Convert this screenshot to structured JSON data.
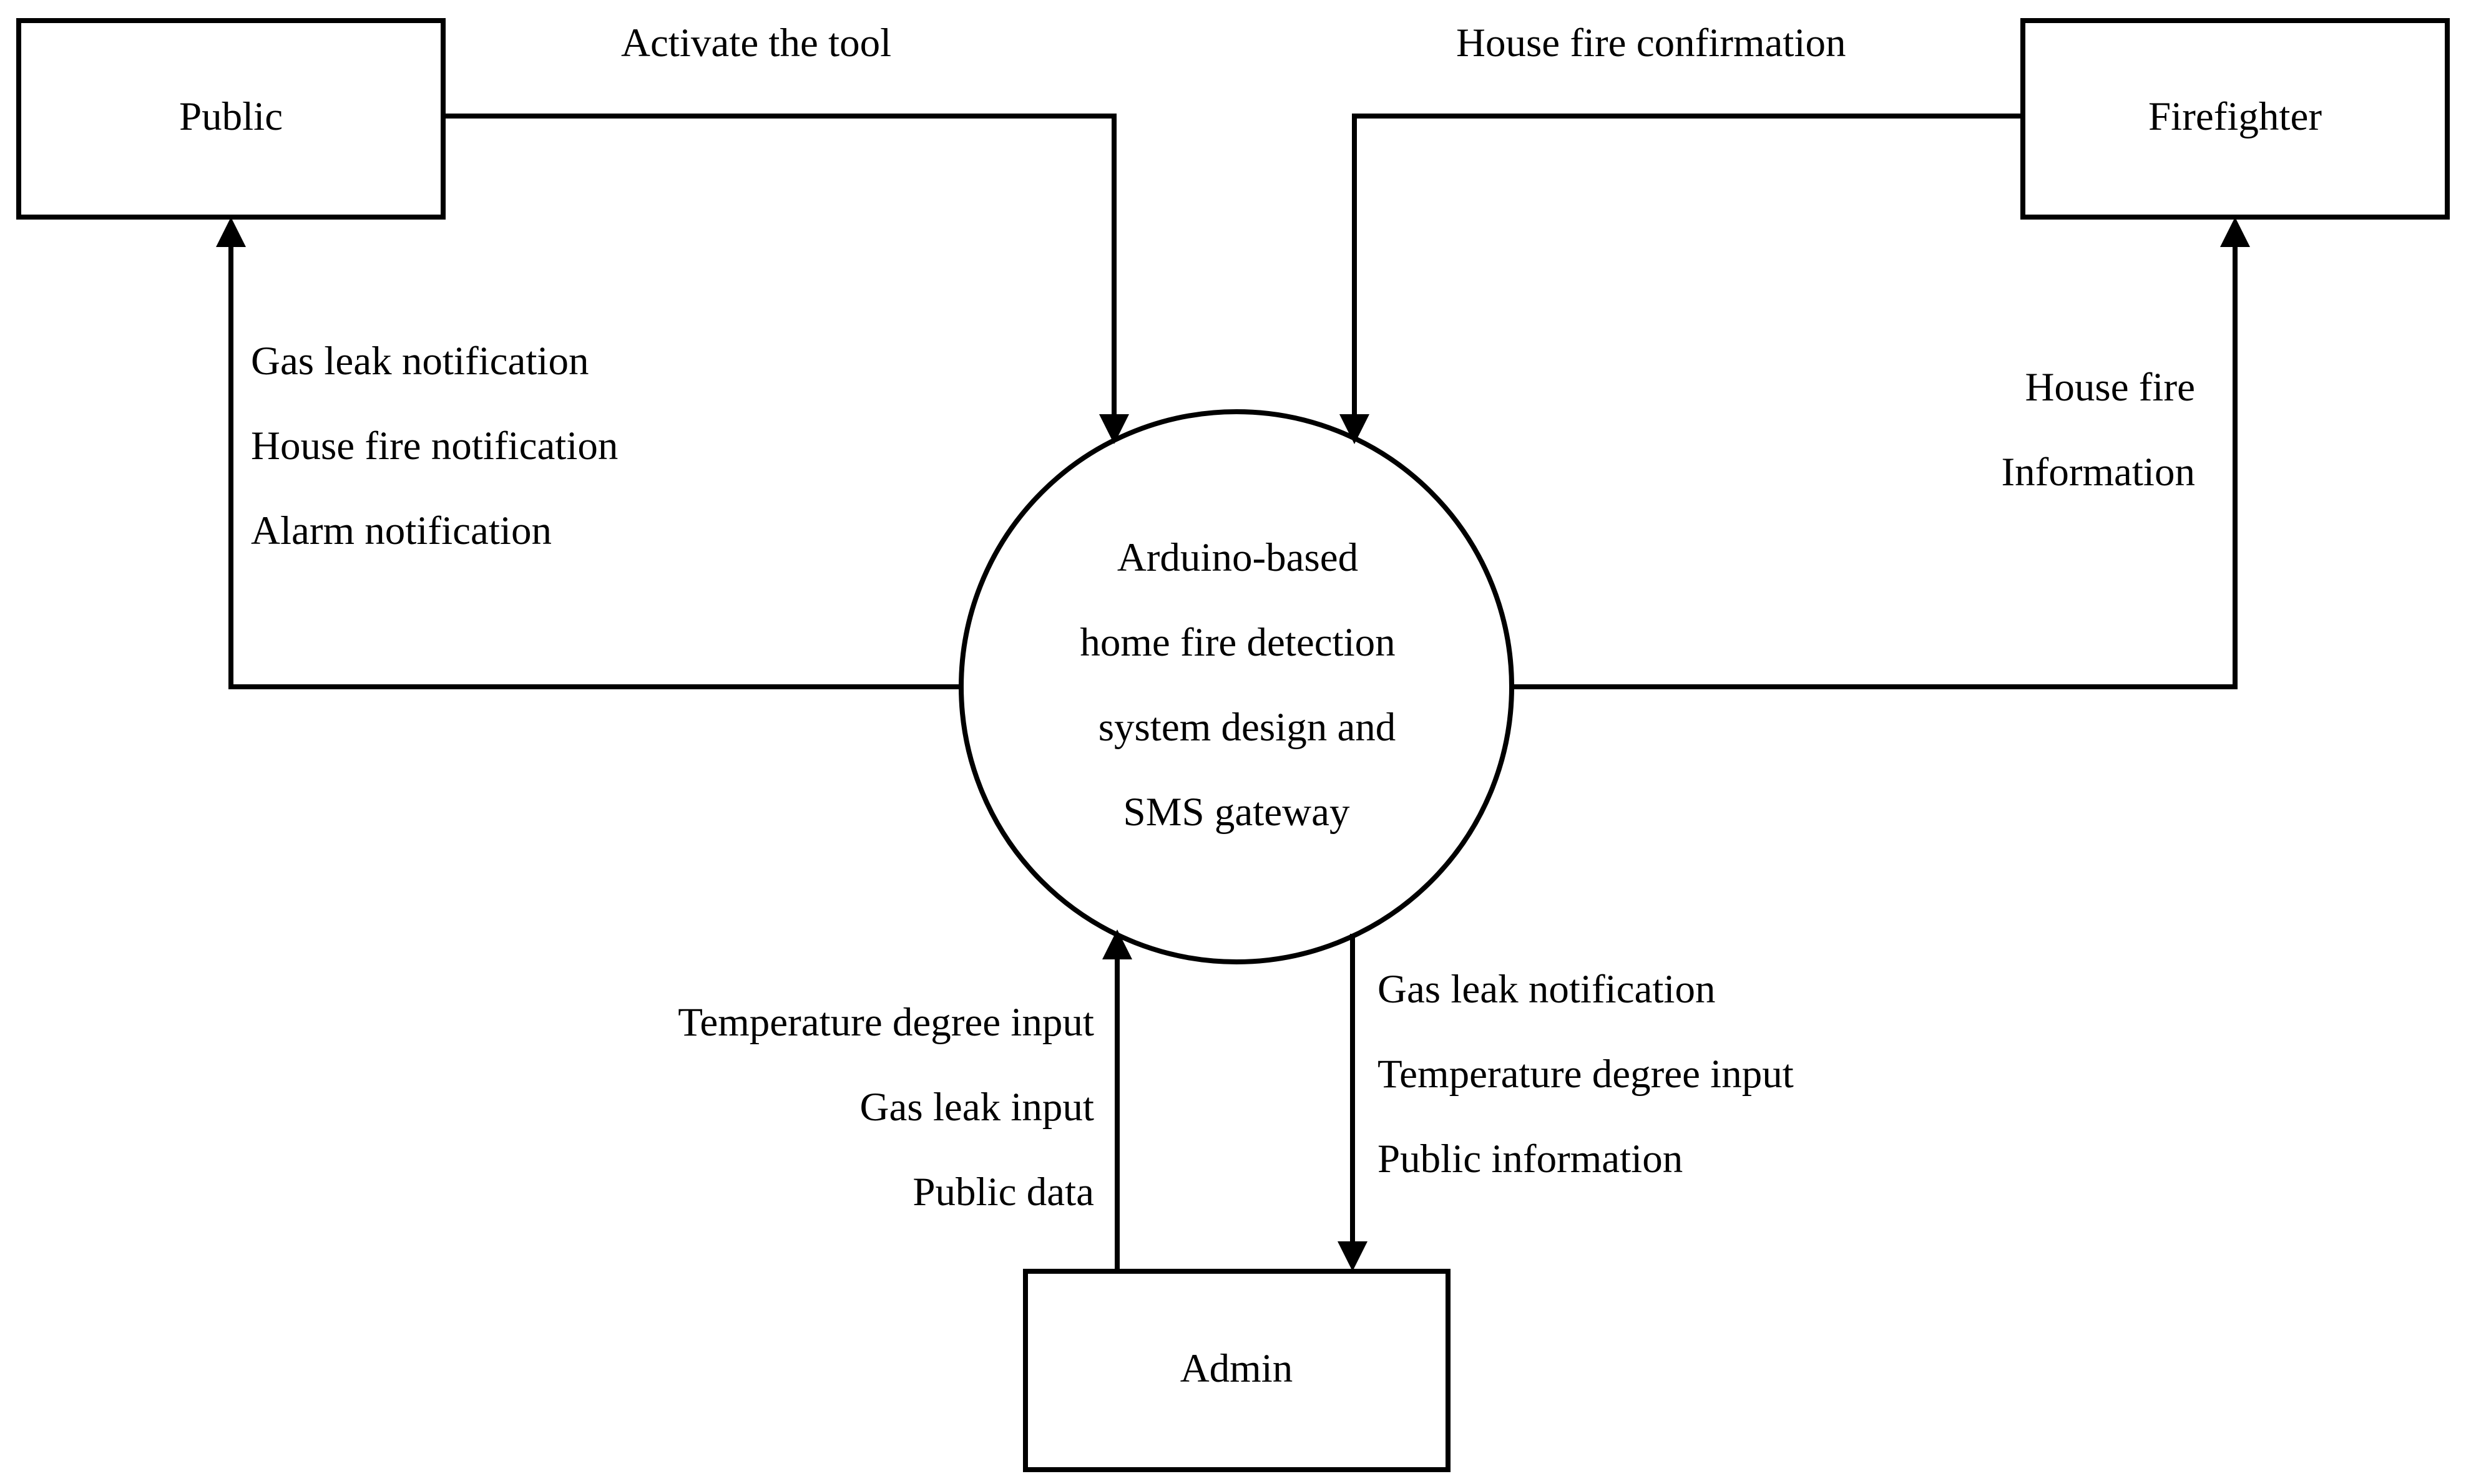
{
  "entities": {
    "public": "Public",
    "firefighter": "Firefighter",
    "admin": "Admin"
  },
  "process": {
    "lines": [
      "Arduino-based",
      "home fire detection",
      "system design and",
      "SMS gateway"
    ]
  },
  "flows": {
    "public_to_system": [
      "Activate the tool"
    ],
    "firefighter_to_system": [
      "House fire confirmation"
    ],
    "system_to_public": [
      "Gas leak notification",
      "House fire notification",
      "Alarm notification"
    ],
    "system_to_firefighter": [
      "House fire",
      "Information"
    ],
    "admin_to_system": [
      "Temperature degree input",
      "Gas leak input",
      "Public data"
    ],
    "system_to_admin": [
      "Gas leak notification",
      "Temperature degree input",
      "Public information"
    ]
  },
  "colors": {
    "stroke": "#000000",
    "background": "#ffffff"
  }
}
